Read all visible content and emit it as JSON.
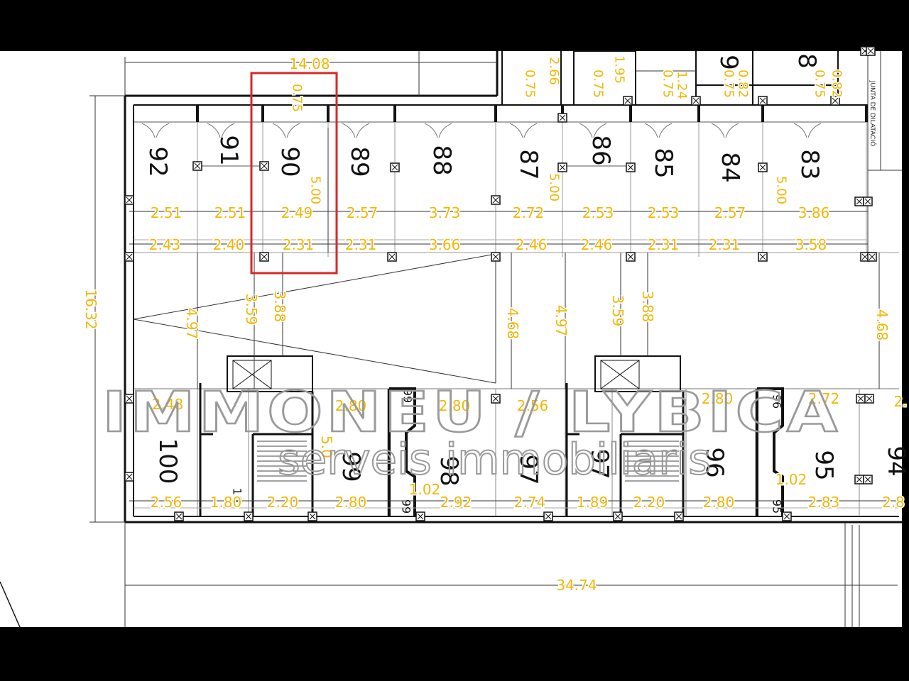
{
  "colors": {
    "dimension_text": "#f2b705",
    "highlight": "#d62828",
    "walls": "#111111",
    "background": "#ffffff",
    "watermark_stroke": "#9a9a9a"
  },
  "dimensions": {
    "top_width": "14.08",
    "total_width": "34.74",
    "total_height": "16.32",
    "highlight_top": "0.75",
    "highlight_depth": "5.00",
    "depth_87": "5.00",
    "depth_83": "5.00",
    "top_small": [
      "0.75",
      "2.66",
      "0.75",
      "1.95",
      "0.75",
      "1.24",
      "0.75",
      "0.82",
      "0.75",
      "0.82"
    ],
    "row1": [
      "2.51",
      "2.51",
      "2.49",
      "2.57",
      "3.73",
      "2.72",
      "2.53",
      "2.53",
      "2.57",
      "3.86"
    ],
    "row2": [
      "2.43",
      "2.40",
      "2.31",
      "2.31",
      "3.66",
      "2.46",
      "2.46",
      "2.31",
      "2.31",
      "3.58"
    ],
    "vert": [
      "4.97",
      "3.59",
      "3.88",
      "4.68",
      "4.97",
      "3.59",
      "3.88",
      "4.68"
    ],
    "row3": [
      "2.48",
      "2.80",
      "2.80",
      "2.56",
      "2.80",
      "2.72",
      "2."
    ],
    "row4": [
      "2.56",
      "1.80",
      "2.20",
      "2.80",
      "2.92",
      "2.74",
      "1.89",
      "2.20",
      "2.80",
      "2.83",
      "2.8"
    ],
    "misc": [
      "1.02",
      "1.02",
      "5.0"
    ]
  },
  "units_top": [
    "92",
    "91",
    "90",
    "89",
    "88",
    "87",
    "86",
    "85",
    "84",
    "83"
  ],
  "units_bottom": [
    "100",
    "99",
    "98",
    "97",
    "97",
    "96",
    "95",
    "94"
  ],
  "small_units": [
    "10",
    "99",
    "99",
    "96",
    "95",
    "96"
  ],
  "top_units_partial": [
    "9",
    "8"
  ],
  "expansion_joint": "JUNTA DE DILATACIÓ",
  "watermark": {
    "line1": "IMMONEU / LYBICA",
    "line2": "serveis immobiliaris"
  }
}
